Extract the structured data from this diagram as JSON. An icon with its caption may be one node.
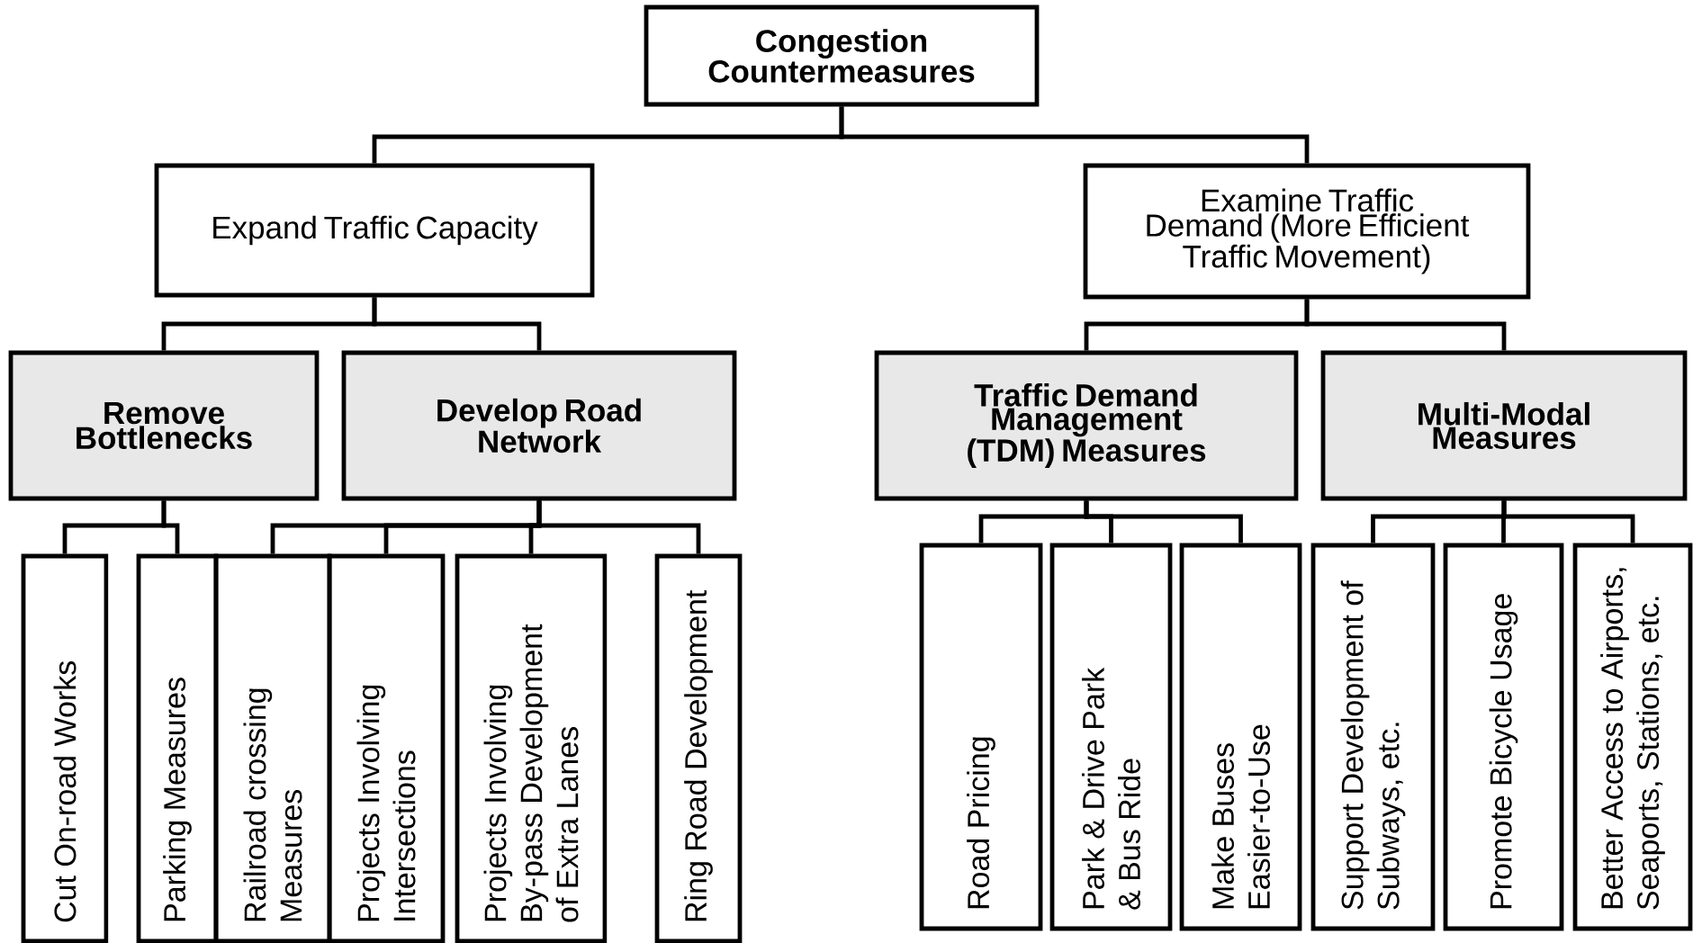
{
  "diagram": {
    "nodes": [
      {
        "text": [
          "Congestion Countermeasures"
        ]
      },
      {
        "text": [
          "Expand Traffic Capacity"
        ]
      },
      {
        "text": [
          "Examine Traffic Demand (More Efficient Traffic Movement)"
        ]
      },
      {
        "text": [
          "Remove Bottlenecks"
        ]
      },
      {
        "text": [
          "Develop Road Network"
        ]
      },
      {
        "text": [
          "Traffic Demand Management (TDM) Measures"
        ]
      },
      {
        "text": [
          "Multi-Modal Measures"
        ]
      },
      {
        "text": [
          "Cut On-road Works"
        ]
      },
      {
        "text": [
          "Parking Measures"
        ]
      },
      {
        "text": [
          "Railroad crossing Measures"
        ]
      },
      {
        "text": [
          "Projects Involving Intersections"
        ]
      },
      {
        "text": [
          "Projects Involving By-pass Development of Extra Lanes"
        ]
      },
      {
        "text": [
          "Ring Road Development"
        ]
      },
      {
        "text": [
          "Road Pricing"
        ]
      },
      {
        "text": [
          "Park & Drive Park & Bus Ride"
        ]
      },
      {
        "text": [
          "Make Buses Easier-to-Use"
        ]
      },
      {
        "text": [
          "Support Development of Subways, etc."
        ]
      },
      {
        "text": [
          "Promote Bicycle Usage"
        ]
      },
      {
        "text": [
          "Better Access to Airports, Seaports, Stations, etc."
        ]
      }
    ],
    "edges": [
      {
        "from": 0,
        "to": 1,
        "arrow": "none"
      },
      {
        "from": 0,
        "to": 2,
        "arrow": "none"
      },
      {
        "from": 1,
        "to": 3,
        "arrow": "none"
      },
      {
        "from": 1,
        "to": 4,
        "arrow": "none"
      },
      {
        "from": 2,
        "to": 5,
        "arrow": "none"
      },
      {
        "from": 2,
        "to": 6,
        "arrow": "none"
      },
      {
        "from": 3,
        "to": 7,
        "arrow": "none"
      },
      {
        "from": 3,
        "to": 8,
        "arrow": "none"
      },
      {
        "from": 4,
        "to": 9,
        "arrow": "none"
      },
      {
        "from": 4,
        "to": 10,
        "arrow": "none"
      },
      {
        "from": 4,
        "to": 11,
        "arrow": "none"
      },
      {
        "from": 4,
        "to": 12,
        "arrow": "none"
      },
      {
        "from": 5,
        "to": 13,
        "arrow": "none"
      },
      {
        "from": 5,
        "to": 14,
        "arrow": "none"
      },
      {
        "from": 5,
        "to": 15,
        "arrow": "none"
      },
      {
        "from": 6,
        "to": 16,
        "arrow": "none"
      },
      {
        "from": 6,
        "to": 17,
        "arrow": "none"
      },
      {
        "from": 6,
        "to": 18,
        "arrow": "none"
      }
    ]
  }
}
